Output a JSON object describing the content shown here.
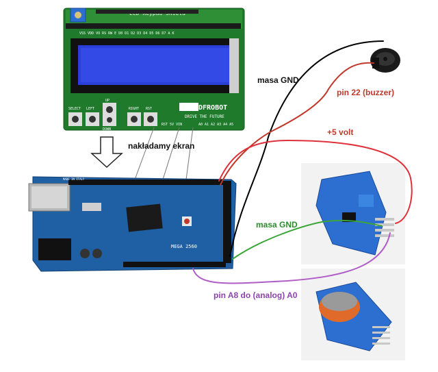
{
  "lcd_shield": {
    "title": "LCD Keypad Shield",
    "brand": "DFROBOT",
    "tagline": "DRIVE THE FUTURE",
    "buttons": [
      "SELECT",
      "LEFT",
      "UP",
      "DOWN",
      "RIGHT",
      "RST"
    ],
    "analog_pins": "A0 A1 A2 A3 A4 A5",
    "power_pins": "RST 5V VIN",
    "top_pins": "VSS VDD VO RS RW E D0 D1 D2 D3 D4 D5 D6 D7 A K"
  },
  "arduino": {
    "model": "MEGA 2560",
    "made_in": "MADE IN ITALY"
  },
  "labels": {
    "arrow_caption": "nakładamy ekran",
    "masa_gnd_top": "masa GND",
    "pin22": "pin 22 (buzzer)",
    "plus5": "+5 volt",
    "masa_gnd_mid": "masa GND",
    "pinA8": "pin A8 do (analog) A0"
  },
  "colors": {
    "gnd_wire": "#000000",
    "buzzer_wire": "#c0392b",
    "power_wire": "#e0303a",
    "gnd_sensor_wire": "#3aa63a",
    "analog_wire": "#b05cc7",
    "pcb_green": "#2e7d32",
    "lcd_blue": "#2a3fd8",
    "mega_blue": "#1f5fa3",
    "label_red": "#c0392b",
    "label_green": "#2e8b2e",
    "label_purple": "#8e44ad"
  }
}
